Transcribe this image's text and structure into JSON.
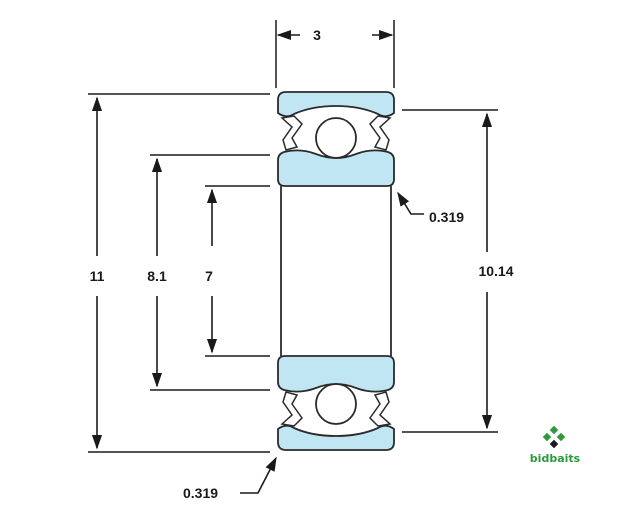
{
  "diagram": {
    "dimensions": {
      "width": "3",
      "outer_diameter": "11",
      "shoulder_diameter": "8.1",
      "bore": "7",
      "outer_shoulder": "10.14",
      "chamfer_outer": "0.319",
      "chamfer_bottom": "0.319"
    },
    "logo": {
      "text": "bidbaits"
    },
    "colors": {
      "ring_fill": "#bfe6f2",
      "outline": "#2b2b2b",
      "logo_green": "#2e9a3b"
    }
  }
}
